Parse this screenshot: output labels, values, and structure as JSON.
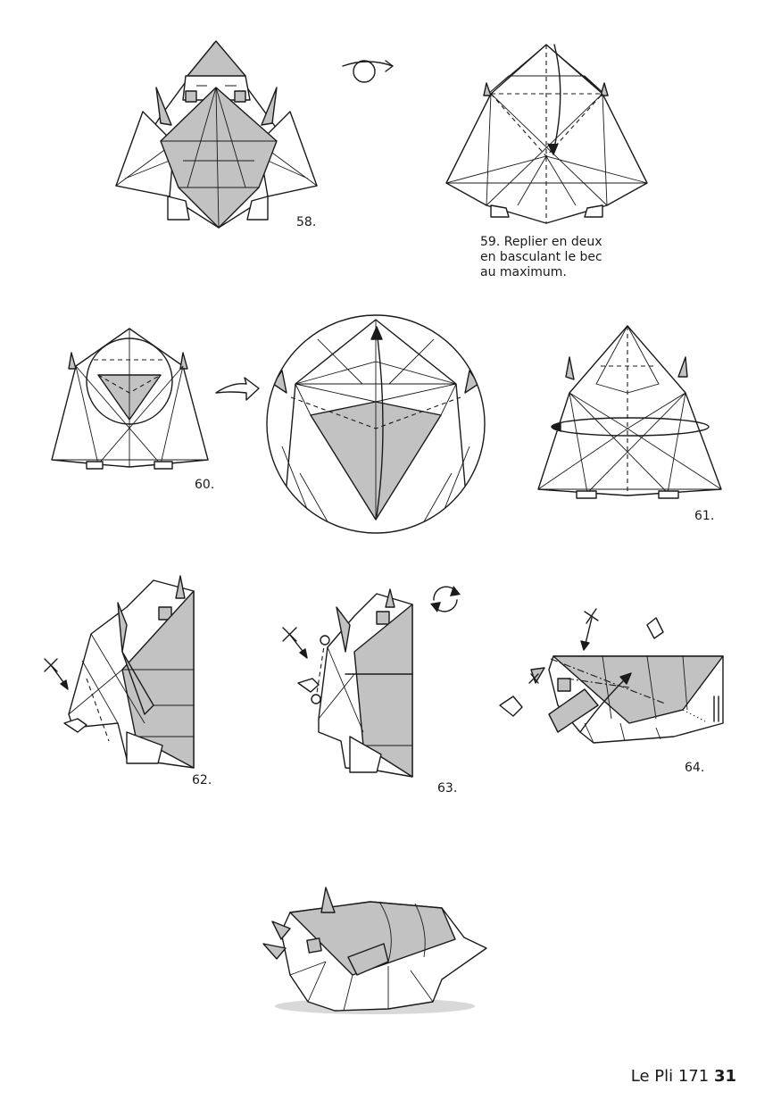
{
  "steps": [
    {
      "label": "58."
    },
    {
      "label": "59. Replier en deux\nen basculant le bec\nau maximum."
    },
    {
      "label": "60."
    },
    {
      "label": "61."
    },
    {
      "label": "62."
    },
    {
      "label": "63."
    },
    {
      "label": "64."
    }
  ],
  "footer": {
    "magazine": "Le Pli 171",
    "page_number": "31"
  },
  "colors": {
    "paper_grey": "#c2c2c2",
    "ink": "#1a1a1a"
  },
  "icons": [
    "turn-over-icon",
    "enlarge-arrow-icon",
    "rotate-icon",
    "push-arrow-icon"
  ]
}
